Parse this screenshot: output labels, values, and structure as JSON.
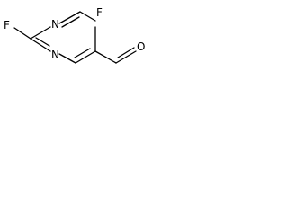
{
  "molecule": {
    "atoms": {
      "f_left": "F",
      "f_top": "F",
      "n_upper": "N",
      "n_lower": "N",
      "o_carbonyl": "O"
    }
  }
}
